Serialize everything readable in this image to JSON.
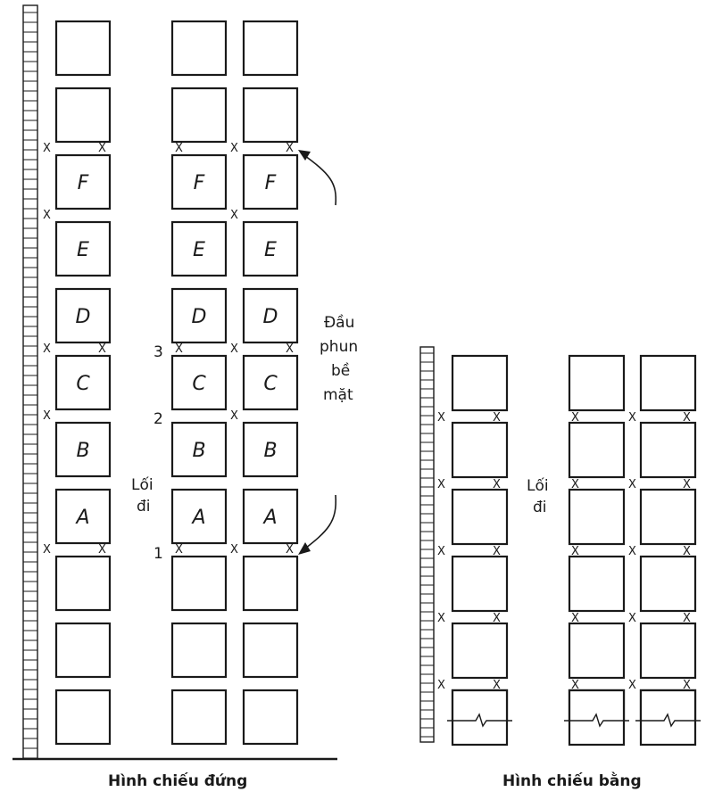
{
  "captions": {
    "elevation": "Hình chiếu đứng",
    "plan": "Hình chiếu bằng"
  },
  "aisle_label": [
    "Lối",
    "đi"
  ],
  "sprinkler_label": [
    "Đầu",
    "phun",
    "bề",
    "mặt"
  ],
  "level_numbers": [
    "1",
    "2",
    "3"
  ],
  "x_mark": "X",
  "elevation_rows": [
    "",
    "",
    "F",
    "E",
    "D",
    "C",
    "B",
    "A",
    "",
    "",
    ""
  ],
  "elevation_rack_columns": 3,
  "plan_rows": 6,
  "plan_rack_columns": 3
}
